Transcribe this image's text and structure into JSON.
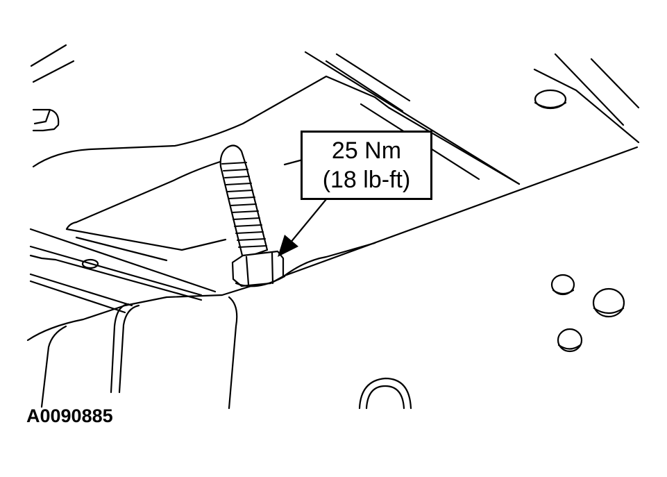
{
  "callout": {
    "torque_metric": "25 Nm",
    "torque_imperial": "(18 lb-ft)"
  },
  "figure": {
    "id": "A0090885"
  },
  "colors": {
    "line": "#000000",
    "background": "#ffffff"
  }
}
